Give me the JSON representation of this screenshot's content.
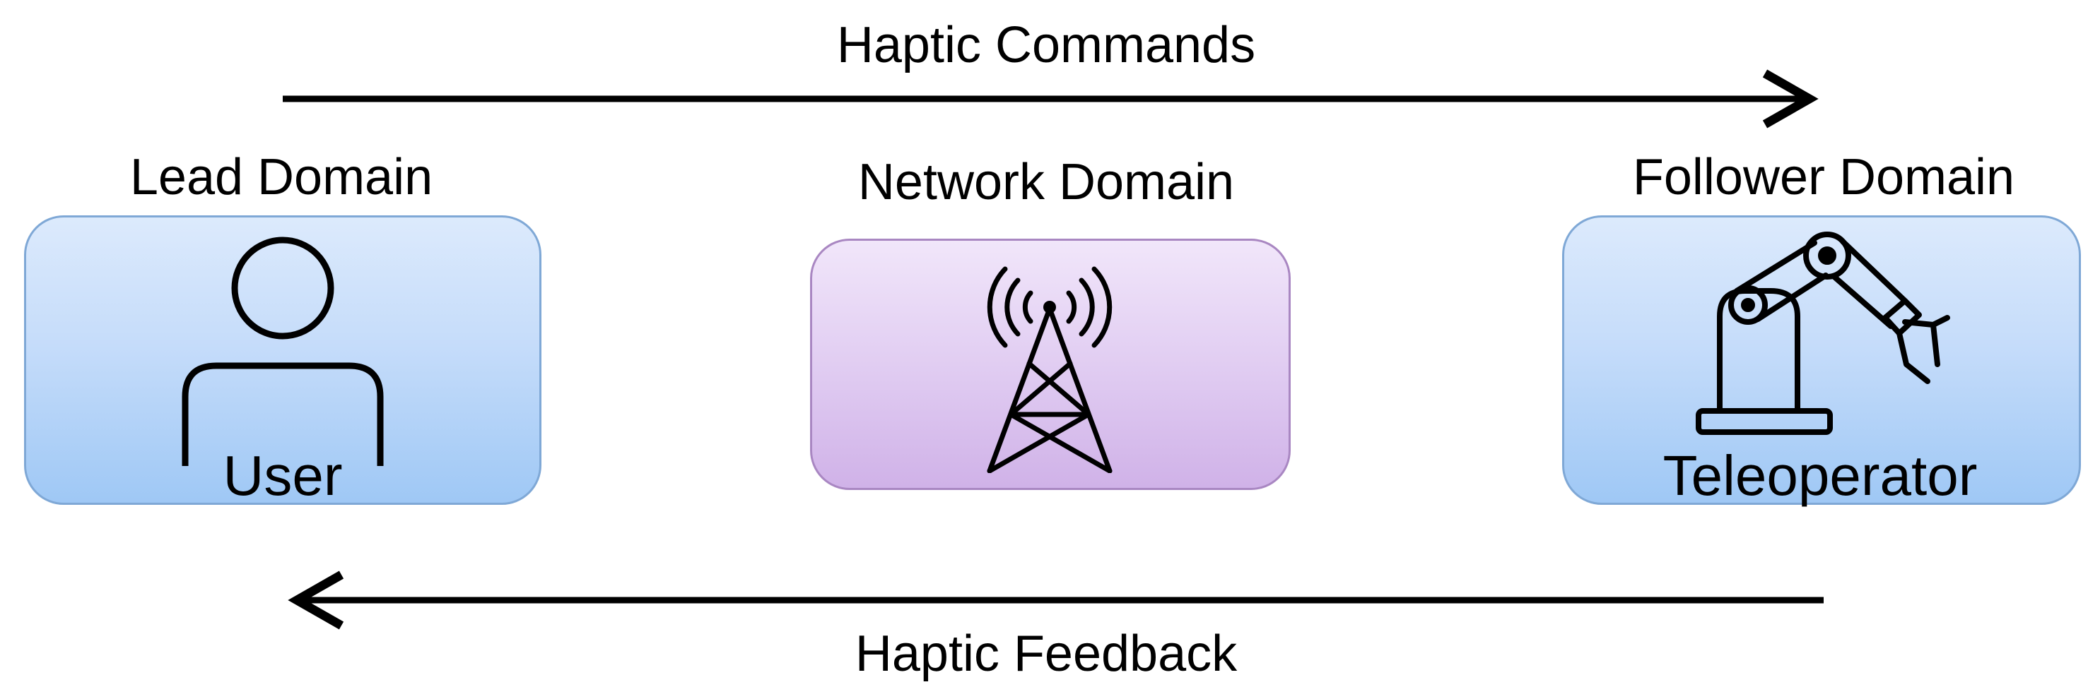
{
  "arrows": {
    "top_label": "Haptic Commands",
    "bottom_label": "Haptic Feedback"
  },
  "domains": {
    "lead": {
      "title": "Lead Domain",
      "entity": "User",
      "icon": "user-icon",
      "color": "#c5dcfa"
    },
    "network": {
      "title": "Network Domain",
      "icon": "radio-tower-icon",
      "color": "#e1cdf2"
    },
    "follower": {
      "title": "Follower Domain",
      "entity": "Teleoperator",
      "icon": "robot-arm-icon",
      "color": "#c5dcfa"
    }
  }
}
